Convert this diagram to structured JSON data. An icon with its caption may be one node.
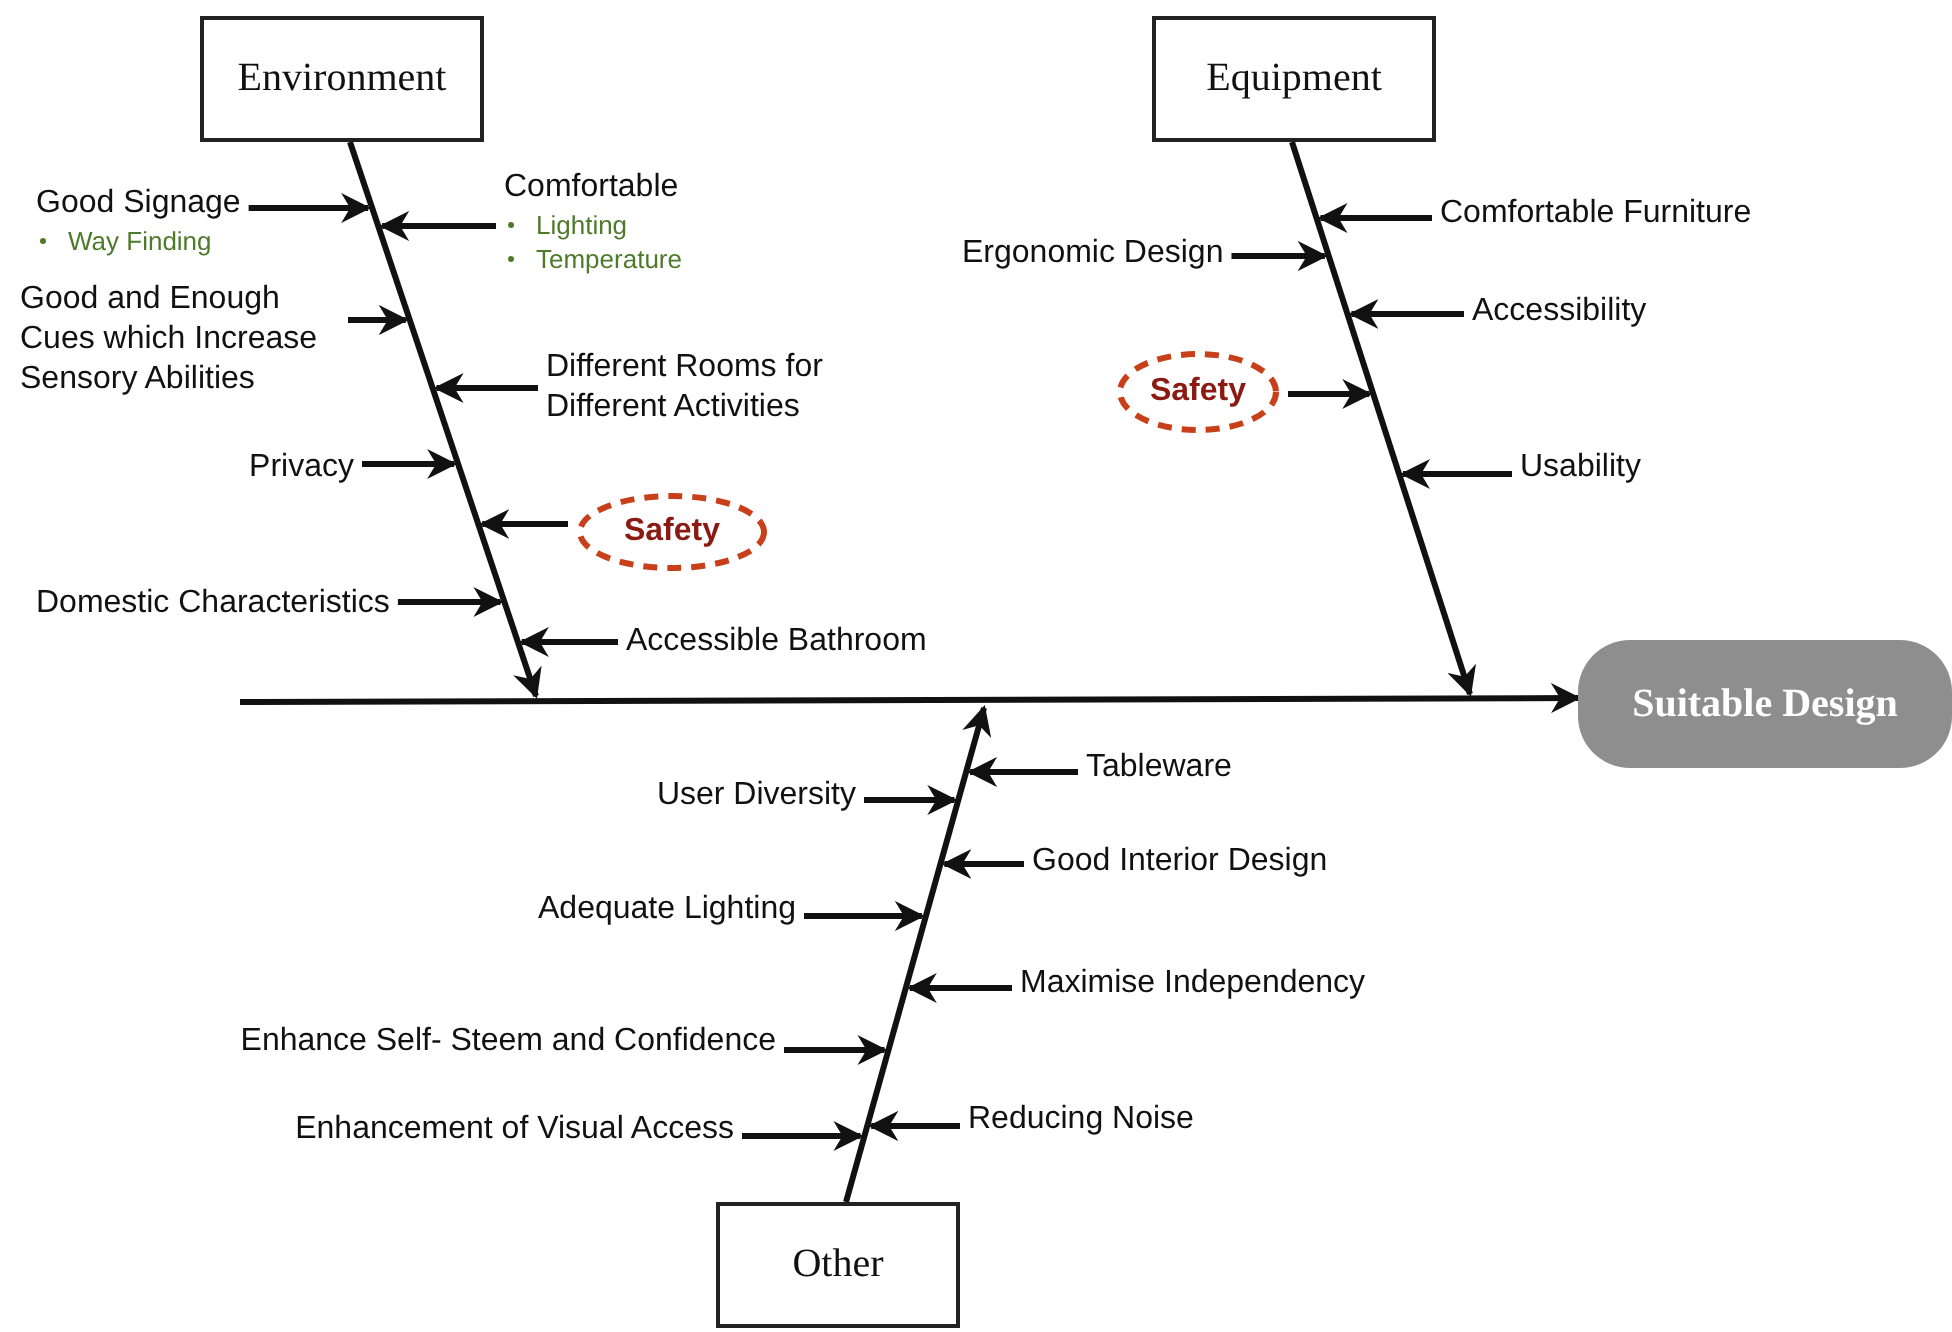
{
  "diagram": {
    "nodes": [
      {
        "text": [
          "Environment"
        ]
      },
      {
        "text": [
          "Equipment"
        ]
      },
      {
        "text": [
          "Other"
        ]
      },
      {
        "text": [
          "Suitable Design"
        ]
      },
      {
        "text": [
          "Good Signage",
          "Way Finding"
        ]
      },
      {
        "text": [
          "Comfortable",
          "Lighting",
          "Temperature"
        ]
      },
      {
        "text": [
          "Good and Enough Cues which Increase Sensory Abilities"
        ]
      },
      {
        "text": [
          "Different Rooms for Different Activities"
        ]
      },
      {
        "text": [
          "Privacy"
        ]
      },
      {
        "text": [
          "Safety"
        ]
      },
      {
        "text": [
          "Domestic Characteristics"
        ]
      },
      {
        "text": [
          "Accessible Bathroom"
        ]
      },
      {
        "text": [
          "Comfortable Furniture"
        ]
      },
      {
        "text": [
          "Ergonomic Design"
        ]
      },
      {
        "text": [
          "Accessibility"
        ]
      },
      {
        "text": [
          "Safety"
        ]
      },
      {
        "text": [
          "Usability"
        ]
      },
      {
        "text": [
          "User Diversity"
        ]
      },
      {
        "text": [
          "Tableware"
        ]
      },
      {
        "text": [
          "Good Interior Design"
        ]
      },
      {
        "text": [
          "Adequate Lighting"
        ]
      },
      {
        "text": [
          "Maximise Independency"
        ]
      },
      {
        "text": [
          "Enhance Self- Steem and Confidence"
        ]
      },
      {
        "text": [
          "Reducing Noise"
        ]
      },
      {
        "text": [
          "Enhancement of Visual Access"
        ]
      }
    ],
    "edges": [
      {
        "from": null,
        "to": 3,
        "arrow": "to"
      },
      {
        "from": 0,
        "to": null,
        "arrow": "to"
      },
      {
        "from": 1,
        "to": null,
        "arrow": "to"
      },
      {
        "from": 2,
        "to": null,
        "arrow": "to"
      },
      {
        "from": 4,
        "to": null,
        "arrow": "to"
      },
      {
        "from": 5,
        "to": null,
        "arrow": "to"
      },
      {
        "from": 6,
        "to": null,
        "arrow": "to"
      },
      {
        "from": 7,
        "to": null,
        "arrow": "to"
      },
      {
        "from": 8,
        "to": null,
        "arrow": "to"
      },
      {
        "from": 9,
        "to": null,
        "arrow": "to"
      },
      {
        "from": 10,
        "to": null,
        "arrow": "to"
      },
      {
        "from": 11,
        "to": null,
        "arrow": "to"
      },
      {
        "from": 12,
        "to": null,
        "arrow": "to"
      },
      {
        "from": 13,
        "to": null,
        "arrow": "to"
      },
      {
        "from": 14,
        "to": null,
        "arrow": "to"
      },
      {
        "from": 15,
        "to": null,
        "arrow": "to"
      },
      {
        "from": 16,
        "to": null,
        "arrow": "to"
      },
      {
        "from": 17,
        "to": null,
        "arrow": "to"
      },
      {
        "from": 18,
        "to": null,
        "arrow": "to"
      },
      {
        "from": 19,
        "to": null,
        "arrow": "to"
      },
      {
        "from": 20,
        "to": null,
        "arrow": "to"
      },
      {
        "from": 21,
        "to": null,
        "arrow": "to"
      },
      {
        "from": 22,
        "to": null,
        "arrow": "to"
      },
      {
        "from": 23,
        "to": null,
        "arrow": "to"
      },
      {
        "from": 24,
        "to": null,
        "arrow": "to"
      }
    ]
  }
}
